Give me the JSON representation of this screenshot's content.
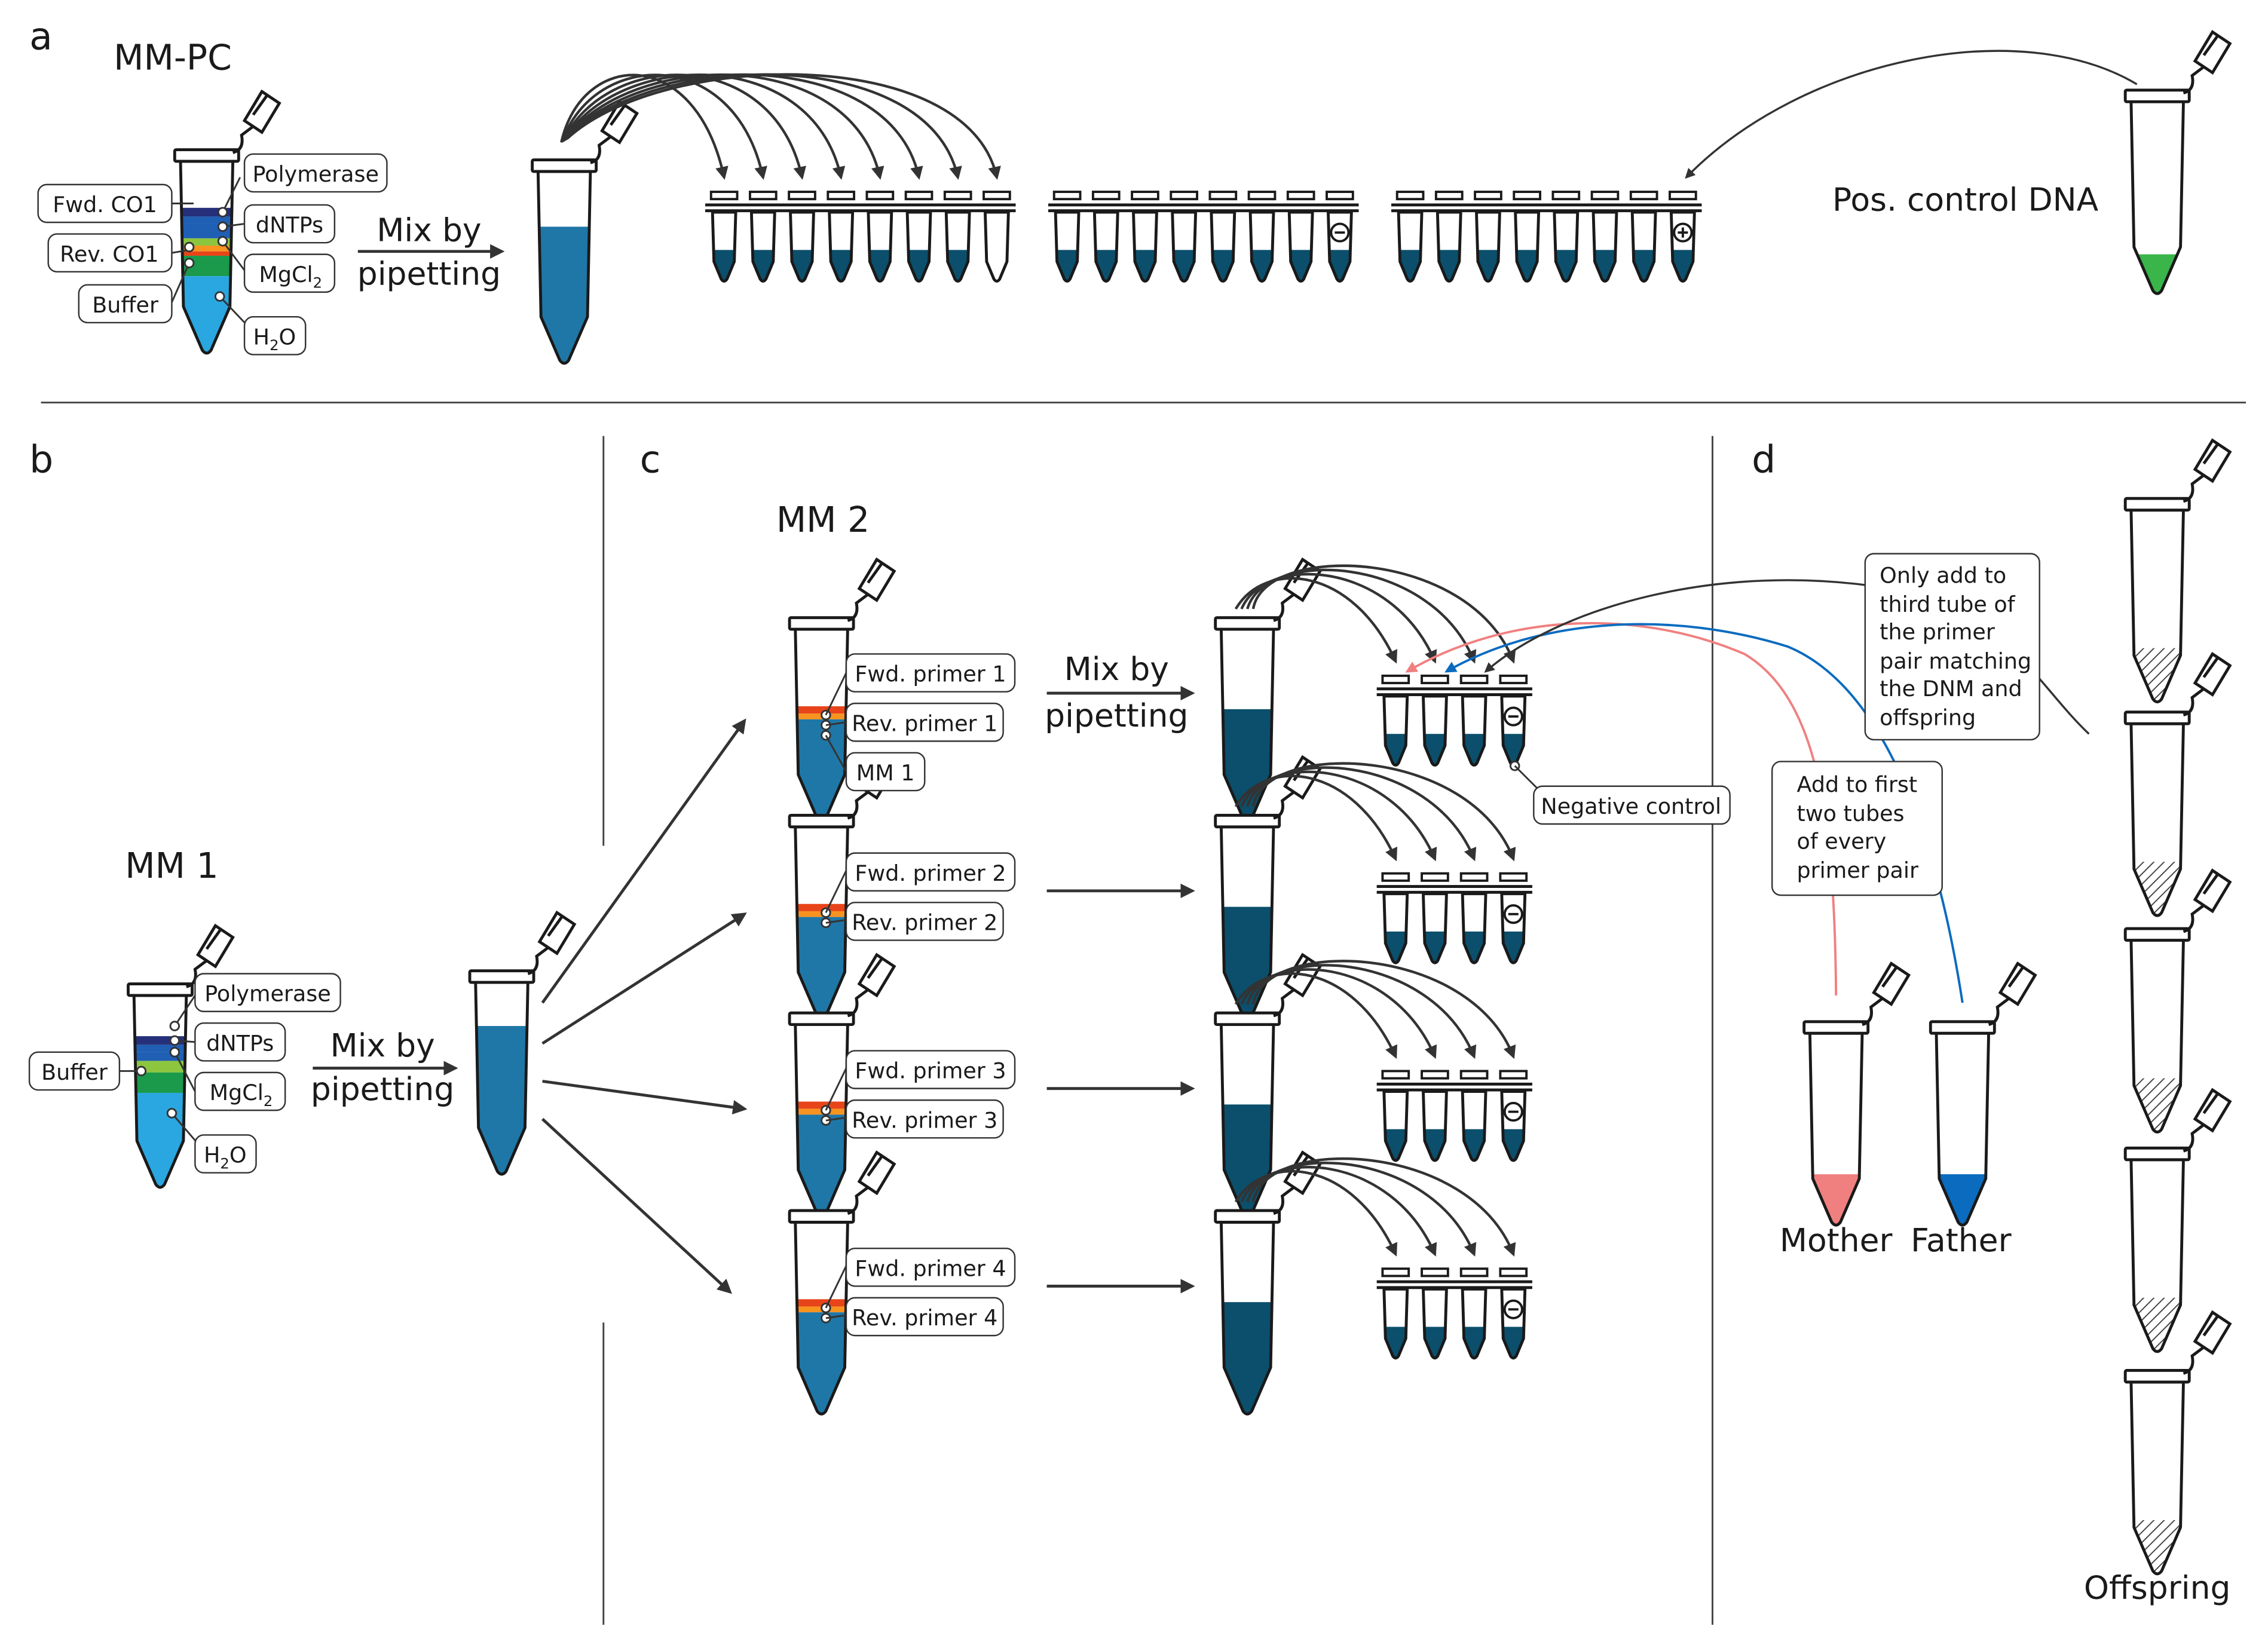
{
  "panels": {
    "a": "a",
    "b": "b",
    "c": "c",
    "d": "d"
  },
  "panel_a": {
    "title": "MM-PC",
    "mix_line1": "Mix by",
    "mix_line2": "pipetting",
    "labels": {
      "polymerase": "Polymerase",
      "fwd": "Fwd. CO1",
      "dntps": "dNTPs",
      "rev": "Rev. CO1",
      "mgcl": "MgCl",
      "mgcl_sub": "2",
      "buffer": "Buffer",
      "h2o_h": "H",
      "h2o_sub": "2",
      "h2o_o": "O"
    },
    "pos_control": "Pos. control DNA",
    "strip_marks": {
      "negative": "−",
      "positive": "+"
    }
  },
  "panel_b": {
    "title": "MM 1",
    "mix_line1": "Mix by",
    "mix_line2": "pipetting",
    "labels": {
      "polymerase": "Polymerase",
      "buffer": "Buffer",
      "dntps": "dNTPs",
      "mgcl": "MgCl",
      "mgcl_sub": "2",
      "h2o_h": "H",
      "h2o_sub": "2",
      "h2o_o": "O"
    }
  },
  "panel_c": {
    "title": "MM 2",
    "mix_line1": "Mix by",
    "mix_line2": "pipetting",
    "rows": [
      {
        "fwd": "Fwd. primer 1",
        "rev": "Rev. primer 1",
        "mm": "MM 1"
      },
      {
        "fwd": "Fwd. primer 2",
        "rev": "Rev. primer 2"
      },
      {
        "fwd": "Fwd. primer 3",
        "rev": "Rev. primer 3"
      },
      {
        "fwd": "Fwd. primer 4",
        "rev": "Rev. primer 4"
      }
    ],
    "negative_control": "Negative control"
  },
  "panel_d": {
    "note_offspring": [
      "Only add to",
      "third tube of",
      "the primer",
      "pair matching",
      "the DNM and",
      "offspring"
    ],
    "note_parents": [
      "Add to first",
      "two tubes",
      "of every",
      "primer pair"
    ],
    "mother": "Mother",
    "father": "Father",
    "offspring": "Offspring"
  },
  "colors": {
    "mm_blue": "#1f77a7",
    "dark_teal": "#0b4f6c",
    "water": "#2aa7e0",
    "green": "#1a9a4a",
    "light_green": "#8cc63f",
    "orange": "#f7931e",
    "red_orange": "#e8441a",
    "navy": "#26307a",
    "royal": "#1f5fb4",
    "pos_green": "#39b54a",
    "mother_pink": "#f08080",
    "father_blue": "#0a6bbf"
  }
}
